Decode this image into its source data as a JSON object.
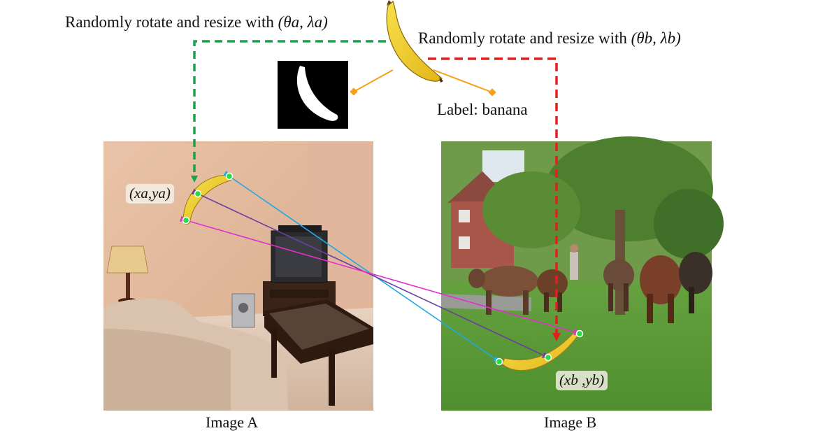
{
  "labels": {
    "rotate_a_prefix": "Randomly rotate and resize with",
    "rotate_a_param": "(θa, λa)",
    "rotate_b_prefix": "Randomly rotate and resize with",
    "rotate_b_param": "(θb, λb)",
    "label_text": "Label: banana",
    "coord_a": "(xa,ya)",
    "coord_b": "(xb ,yb)",
    "caption_a": "Image A",
    "caption_b": "Image B"
  },
  "colors": {
    "arrow_a": "#1aa34a",
    "arrow_b": "#e02020",
    "connector": "#f5a01a",
    "match_cyan": "#22a8e0",
    "match_purple": "#6a3fa0",
    "match_magenta": "#e030d0",
    "keypoint": "#22dd44"
  }
}
